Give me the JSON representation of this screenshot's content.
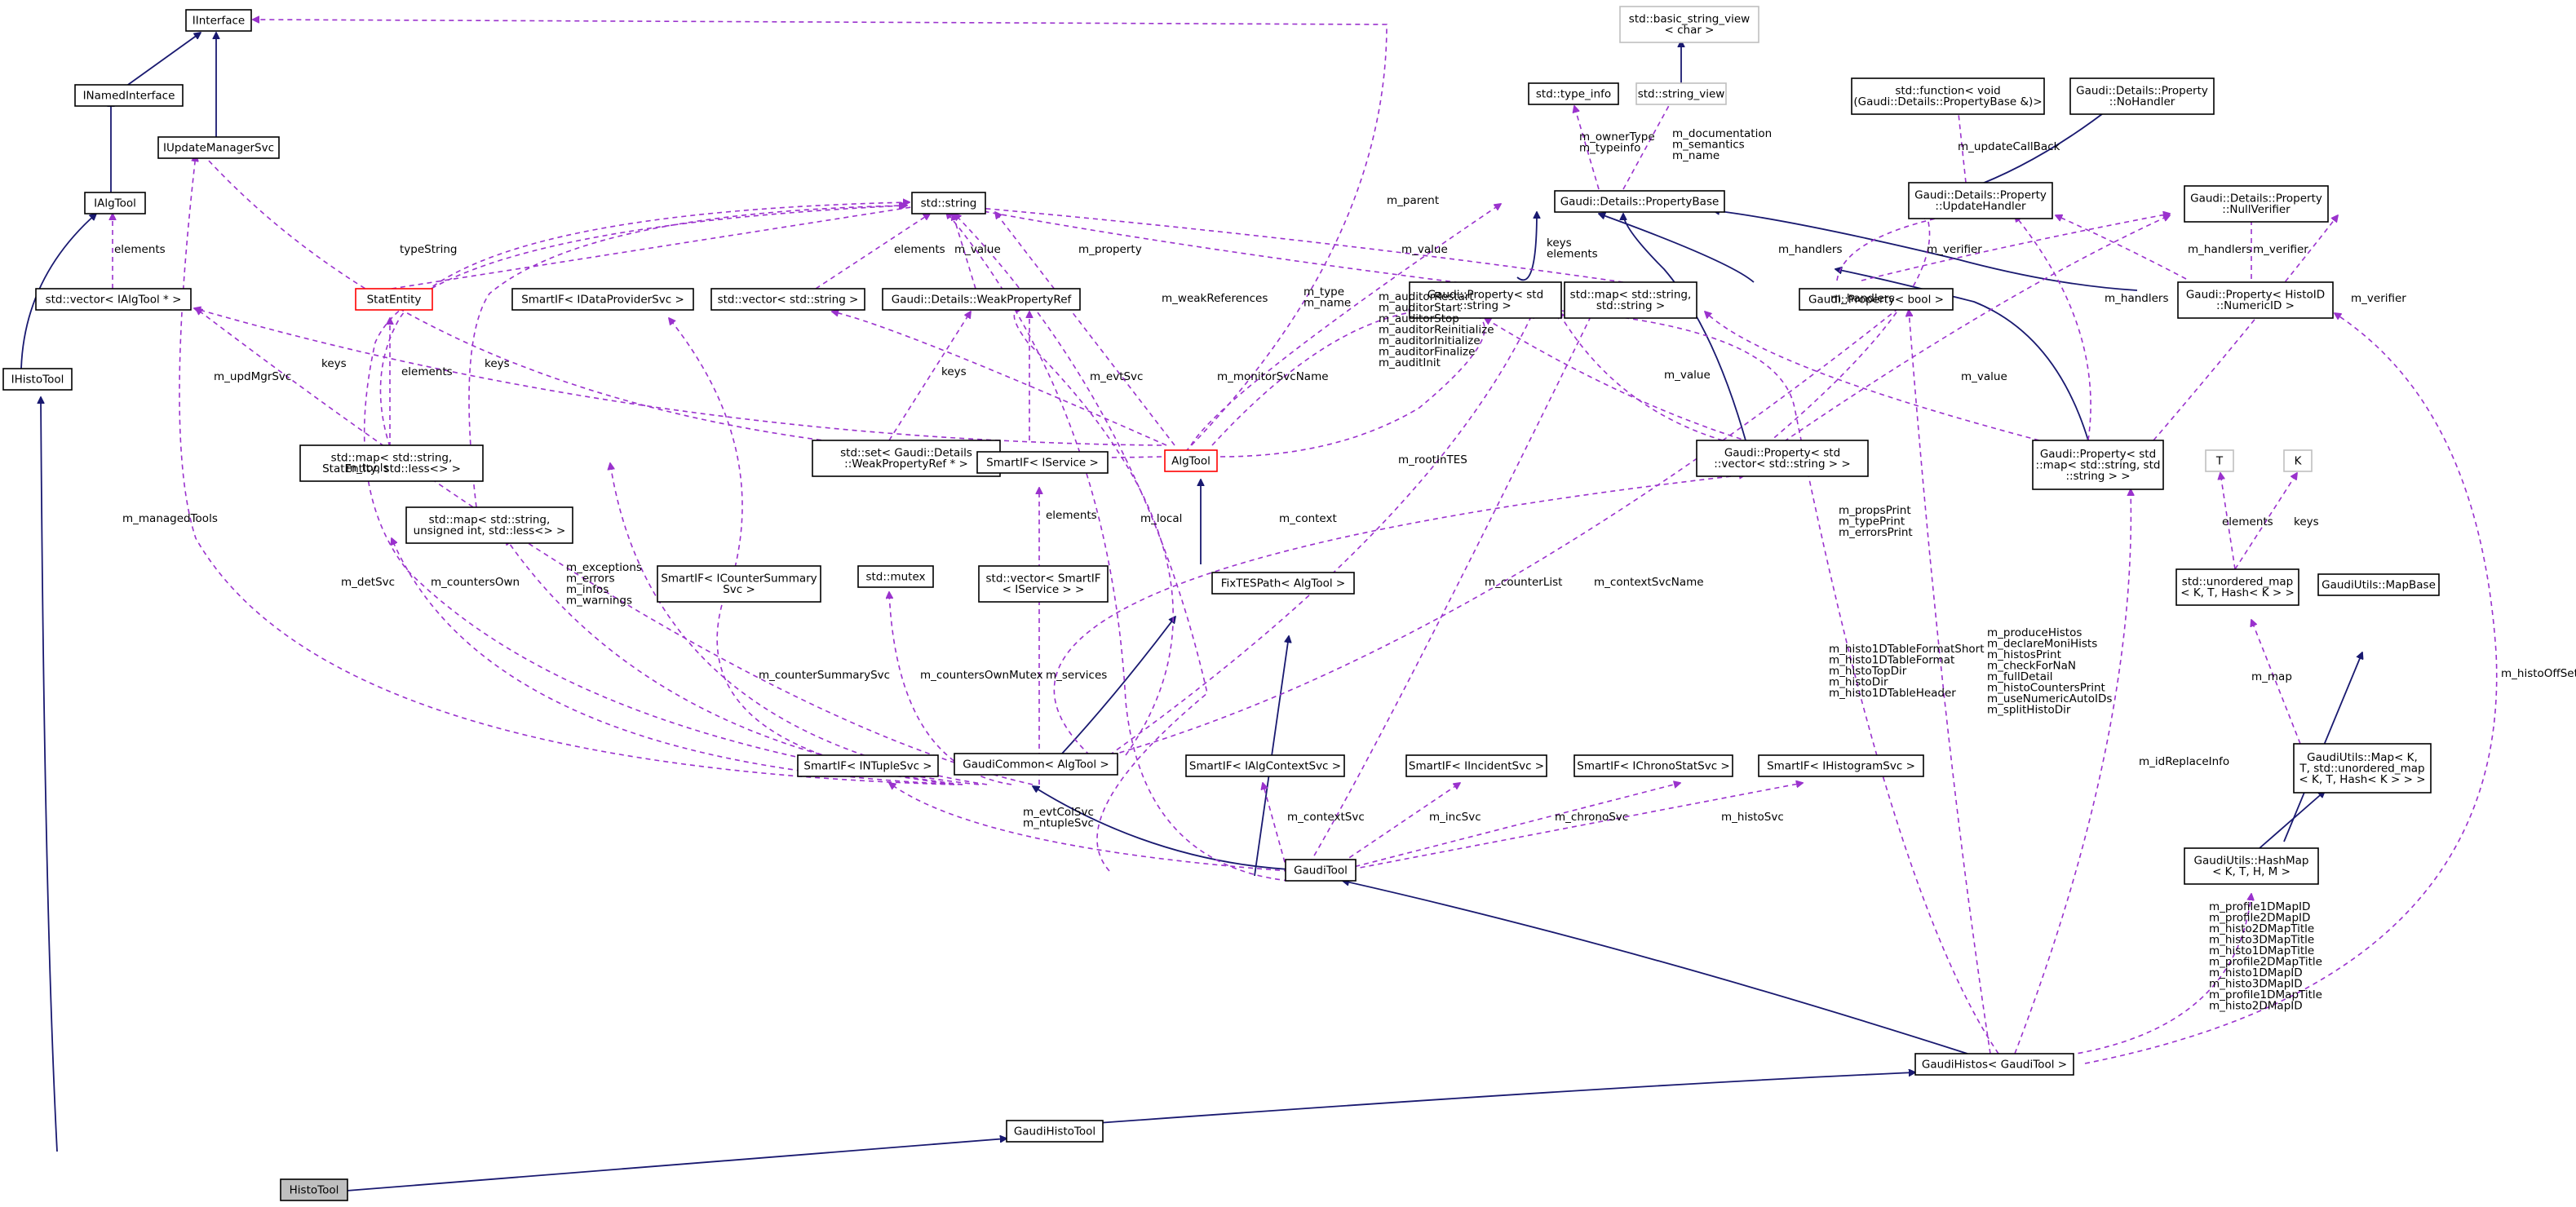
{
  "diagram": {
    "colors": {
      "inheritance": "#191970",
      "usage": "#9a32cd",
      "highlight_fill": "#bfbfbf",
      "missing_border": "#ff0000",
      "external_border": "#bfbfbf"
    },
    "nodes": {
      "iinterface": [
        "IInterface"
      ],
      "inamedinterface": [
        "INamedInterface"
      ],
      "ialgtool": [
        "IAlgTool"
      ],
      "ihistotool": [
        "IHistoTool"
      ],
      "histotool": [
        "HistoTool"
      ],
      "iupdatemanagersvc": [
        "IUpdateManagerSvc"
      ],
      "vector_ialgtool": [
        "std::vector< IAlgTool * >"
      ],
      "statentity": [
        "StatEntity"
      ],
      "map_statentity": [
        "std::map< std::string,",
        "StatEntity, std::less<> >"
      ],
      "map_uint": [
        "std::map< std::string,",
        "unsigned int, std::less<> >"
      ],
      "std_string": [
        "std::string"
      ],
      "smartif_dataprovider": [
        "SmartIF< IDataProviderSvc >"
      ],
      "vector_string": [
        "std::vector< std::string >"
      ],
      "weakpropertyref": [
        "Gaudi::Details::WeakPropertyRef"
      ],
      "set_weakref": [
        "std::set< Gaudi::Details",
        "::WeakPropertyRef * >"
      ],
      "smartif_iservice": [
        "SmartIF< IService >"
      ],
      "vector_smartif": [
        "std::vector< SmartIF",
        "< IService > >"
      ],
      "smartif_countersummary": [
        "SmartIF< ICounterSummary",
        "Svc >"
      ],
      "std_mutex": [
        "std::mutex"
      ],
      "algtool": [
        "AlgTool"
      ],
      "fixtespath": [
        "FixTESPath< AlgTool >"
      ],
      "gaudicommon": [
        "GaudiCommon< AlgTool >"
      ],
      "smartif_ntuple": [
        "SmartIF< INTupleSvc >"
      ],
      "smartif_algcontext": [
        "SmartIF< IAlgContextSvc >"
      ],
      "smartif_incident": [
        "SmartIF< IIncidentSvc >"
      ],
      "smartif_chrono": [
        "SmartIF< IChronoStatSvc >"
      ],
      "smartif_histogram": [
        "SmartIF< IHistogramSvc >"
      ],
      "gauditool": [
        "GaudiTool"
      ],
      "gaudihistos": [
        "GaudiHistos< GaudiTool >"
      ],
      "gaudihistotool": [
        "GaudiHistoTool"
      ],
      "basic_string_view": [
        "std::basic_string_view",
        "< char >"
      ],
      "string_view": [
        "std::string_view"
      ],
      "type_info": [
        "std::type_info"
      ],
      "propertybase": [
        "Gaudi::Details::PropertyBase"
      ],
      "function_void": [
        "std::function< void",
        "(Gaudi::Details::PropertyBase &)>"
      ],
      "nohandler": [
        "Gaudi::Details::Property",
        "::NoHandler"
      ],
      "updatehandler": [
        "Gaudi::Details::Property",
        "::UpdateHandler"
      ],
      "nullverifier": [
        "Gaudi::Details::Property",
        "::NullVerifier"
      ],
      "property_string": [
        "Gaudi::Property< std",
        "::string >"
      ],
      "map_string_string": [
        "std::map< std::string,",
        "std::string >"
      ],
      "property_bool": [
        "Gaudi::Property< bool >"
      ],
      "property_histoid": [
        "Gaudi::Property< HistoID",
        "::NumericID >"
      ],
      "property_vector_string": [
        "Gaudi::Property< std",
        "::vector< std::string > >"
      ],
      "property_map": [
        "Gaudi::Property< std",
        "::map< std::string, std",
        "::string > >"
      ],
      "t_param": [
        "T"
      ],
      "k_param": [
        "K"
      ],
      "unordered_map": [
        "std::unordered_map",
        "< K, T, Hash< K > >"
      ],
      "mapbase": [
        "GaudiUtils::MapBase"
      ],
      "gaudiutils_map": [
        "GaudiUtils::Map< K,",
        "T, std::unordered_map",
        "< K, T, Hash< K > > >"
      ],
      "hashmap": [
        "GaudiUtils::HashMap",
        "< K, T, H, M >"
      ]
    },
    "edge_labels": {
      "ialgtool_vector": [
        "elements"
      ],
      "statentity_typestring": [
        "typeString"
      ],
      "mapse_keys": [
        "keys"
      ],
      "mapse_elements": [
        "elements"
      ],
      "mapui_keys": [
        "keys"
      ],
      "vs_elements": [
        "elements"
      ],
      "wpr_value": [
        "m_value"
      ],
      "wpr_property": [
        "m_property"
      ],
      "setwr_keys": [
        "keys"
      ],
      "vsi_elements": [
        "elements"
      ],
      "algtool_parent": [
        "m_parent"
      ],
      "algtool_tools": [
        "m_tools"
      ],
      "algtool_updmgr": [
        "m_updMgrSvc"
      ],
      "algtool_evtsvc": [
        "m_evtSvc"
      ],
      "algtool_weakrefs": [
        "m_weakReferences"
      ],
      "algtool_type": [
        "m_type",
        "m_name"
      ],
      "algtool_monitor": [
        "m_monitorSvcName"
      ],
      "algtool_auditor": [
        "m_auditorRestart",
        "m_auditorStart",
        "m_auditorStop",
        "m_auditorReinitialize",
        "m_auditorInitialize",
        "m_auditorFinalize",
        "m_auditInit"
      ],
      "gc_managedtools": [
        "m_managedTools"
      ],
      "gc_detsvc": [
        "m_detSvc"
      ],
      "gc_countersown": [
        "m_countersOwn"
      ],
      "gc_exceptions": [
        "m_exceptions",
        "m_errors",
        "m_infos",
        "m_warnings"
      ],
      "gc_countersummary": [
        "m_counterSummarySvc"
      ],
      "gc_mutex": [
        "m_countersOwnMutex"
      ],
      "gc_services": [
        "m_services"
      ],
      "gc_local": [
        "m_local"
      ],
      "gc_context": [
        "m_context"
      ],
      "gc_rootintes": [
        "m_rootInTES"
      ],
      "gc_counterlist": [
        "m_counterList"
      ],
      "gc_contextsvcname": [
        "m_contextSvcName"
      ],
      "gc_props": [
        "m_propsPrint",
        "m_typePrint",
        "m_errorsPrint"
      ],
      "gt_evtcol": [
        "m_evtColSvc",
        "m_ntupleSvc"
      ],
      "gt_contextsvc": [
        "m_contextSvc"
      ],
      "gt_incsvc": [
        "m_incSvc"
      ],
      "gt_chronosvc": [
        "m_chronoSvc"
      ],
      "gt_histosvc": [
        "m_histoSvc"
      ],
      "gh_formats": [
        "m_histo1DTableFormatShort",
        "m_histo1DTableFormat",
        "m_histoTopDir",
        "m_histoDir",
        "m_histo1DTableHeader"
      ],
      "gh_bools": [
        "m_produceHistos",
        "m_declareMoniHists",
        "m_histosPrint",
        "m_checkForNaN",
        "m_fullDetail",
        "m_histoCountersPrint",
        "m_useNumericAutoIDs",
        "m_splitHistoDir"
      ],
      "gh_idreplace": [
        "m_idReplaceInfo"
      ],
      "gh_histooffset": [
        "m_histoOffSet"
      ],
      "gh_mapids": [
        "m_profile1DMapID",
        "m_profile2DMapID",
        "m_histo2DMapTitle",
        "m_histo3DMapTitle",
        "m_histo1DMapTitle",
        "m_profile2DMapTitle",
        "m_histo1DMapID",
        "m_histo3DMapID",
        "m_profile1DMapTitle",
        "m_histo2DMapID"
      ],
      "pb_ownertype": [
        "m_ownerType",
        "m_typeinfo"
      ],
      "pb_documentation": [
        "m_documentation",
        "m_semantics",
        "m_name"
      ],
      "uh_callback": [
        "m_updateCallBack"
      ],
      "ps_value": [
        "m_value"
      ],
      "pmap_keys": [
        "keys",
        "elements"
      ],
      "pb_handlers": [
        "m_handlers"
      ],
      "pb_verifier": [
        "m_verifier"
      ],
      "pvs_handlers": [
        "m_handlers"
      ],
      "pvs_value": [
        "m_value"
      ],
      "pmap_value": [
        "m_value"
      ],
      "ph_handlers": [
        "m_handlers"
      ],
      "ph_verifier": [
        "m_verifier"
      ],
      "ph_handlers2": [
        "m_handlers"
      ],
      "ph_verifier2": [
        "m_verifier"
      ],
      "um_elements": [
        "elements"
      ],
      "um_keys": [
        "keys"
      ],
      "map_map": [
        "m_map"
      ]
    }
  }
}
